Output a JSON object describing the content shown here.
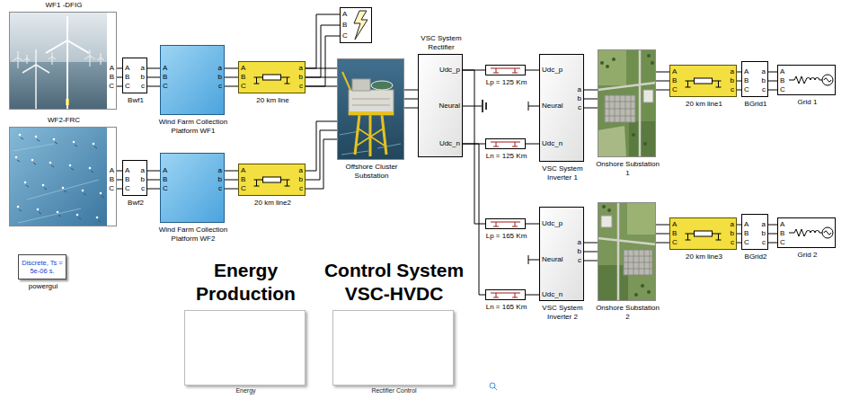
{
  "diagram": {
    "nodes": [
      {
        "text": [
          "WF1 -DFIG",
          "A",
          "B",
          "C"
        ]
      },
      {
        "text": [
          "A",
          "B",
          "C",
          "a",
          "b",
          "c",
          "Bwf1"
        ]
      },
      {
        "text": [
          "A",
          "B",
          "C",
          "a",
          "b",
          "c",
          "Wind Farm Collection Platform WF1"
        ]
      },
      {
        "text": [
          "A",
          "B",
          "C",
          "a",
          "b",
          "c",
          "20 km line"
        ]
      },
      {
        "text": [
          "A",
          "B",
          "C"
        ]
      },
      {
        "text": [
          "Offshore Cluster Substation"
        ]
      },
      {
        "text": [
          "WF2-FRC",
          "A",
          "B",
          "C"
        ]
      },
      {
        "text": [
          "A",
          "B",
          "C",
          "a",
          "b",
          "c",
          "Bwf2"
        ]
      },
      {
        "text": [
          "A",
          "B",
          "C",
          "a",
          "b",
          "c",
          "Wind Farm Collection Platform WF2"
        ]
      },
      {
        "text": [
          "A",
          "B",
          "C",
          "a",
          "b",
          "c",
          "20 km line2"
        ]
      },
      {
        "text": [
          "VSC System Rectifier",
          "Udc_p",
          "Neural",
          "Udc_n"
        ]
      },
      {
        "text": [
          "Lp = 125 Km"
        ]
      },
      {
        "text": [
          "Ln = 125 Km"
        ]
      },
      {
        "text": [
          "Udc_p",
          "Neural",
          "Udc_n",
          "a",
          "b",
          "c",
          "VSC System Inverter 1"
        ]
      },
      {
        "text": [
          "Onshore Substation 1"
        ]
      },
      {
        "text": [
          "A",
          "B",
          "C",
          "a",
          "b",
          "c",
          "20 km line1"
        ]
      },
      {
        "text": [
          "A",
          "B",
          "C",
          "a",
          "b",
          "c",
          "BGrid1"
        ]
      },
      {
        "text": [
          "A",
          "B",
          "C",
          "Grid 1"
        ]
      },
      {
        "text": [
          "Lp = 165 Km"
        ]
      },
      {
        "text": [
          "Ln = 165 Km"
        ]
      },
      {
        "text": [
          "Udc_p",
          "Neural",
          "Udc_n",
          "a",
          "b",
          "c",
          "VSC System Inverter 2"
        ]
      },
      {
        "text": [
          "Onshore Substation 2"
        ]
      },
      {
        "text": [
          "A",
          "B",
          "C",
          "a",
          "b",
          "c",
          "20 km line3"
        ]
      },
      {
        "text": [
          "A",
          "B",
          "C",
          "a",
          "b",
          "c",
          "BGrid2"
        ]
      },
      {
        "text": [
          "A",
          "B",
          "C",
          "Grid 2"
        ]
      },
      {
        "text": [
          "Discrete, Ts = 5e-06 s.",
          "powergui"
        ]
      },
      {
        "text": [
          "Energy Production",
          "Energy"
        ]
      },
      {
        "text": [
          "Control System VSC-HVDC",
          "Rectifier Control"
        ]
      }
    ],
    "edges": [
      {
        "from": 0,
        "to": 1,
        "arrow": "none"
      },
      {
        "from": 1,
        "to": 2,
        "arrow": "none"
      },
      {
        "from": 2,
        "to": 3,
        "arrow": "none"
      },
      {
        "from": 3,
        "to": 4,
        "arrow": "none"
      },
      {
        "from": 3,
        "to": 5,
        "arrow": "none"
      },
      {
        "from": 6,
        "to": 7,
        "arrow": "none"
      },
      {
        "from": 7,
        "to": 8,
        "arrow": "none"
      },
      {
        "from": 8,
        "to": 9,
        "arrow": "none"
      },
      {
        "from": 9,
        "to": 5,
        "arrow": "none"
      },
      {
        "from": 5,
        "to": 10,
        "arrow": "none"
      },
      {
        "from": 10,
        "to": 11,
        "arrow": "none"
      },
      {
        "from": 11,
        "to": 13,
        "arrow": "none"
      },
      {
        "from": 10,
        "to": 12,
        "arrow": "none"
      },
      {
        "from": 12,
        "to": 13,
        "arrow": "none"
      },
      {
        "from": 10,
        "to": 18,
        "arrow": "none"
      },
      {
        "from": 18,
        "to": 20,
        "arrow": "none"
      },
      {
        "from": 10,
        "to": 19,
        "arrow": "none"
      },
      {
        "from": 19,
        "to": 20,
        "arrow": "none"
      },
      {
        "from": 13,
        "to": 14,
        "arrow": "none"
      },
      {
        "from": 14,
        "to": 15,
        "arrow": "none"
      },
      {
        "from": 15,
        "to": 16,
        "arrow": "none"
      },
      {
        "from": 16,
        "to": 17,
        "arrow": "none"
      },
      {
        "from": 20,
        "to": 21,
        "arrow": "none"
      },
      {
        "from": 21,
        "to": 22,
        "arrow": "none"
      },
      {
        "from": 22,
        "to": 23,
        "arrow": "none"
      },
      {
        "from": 23,
        "to": 24,
        "arrow": "none"
      }
    ]
  }
}
